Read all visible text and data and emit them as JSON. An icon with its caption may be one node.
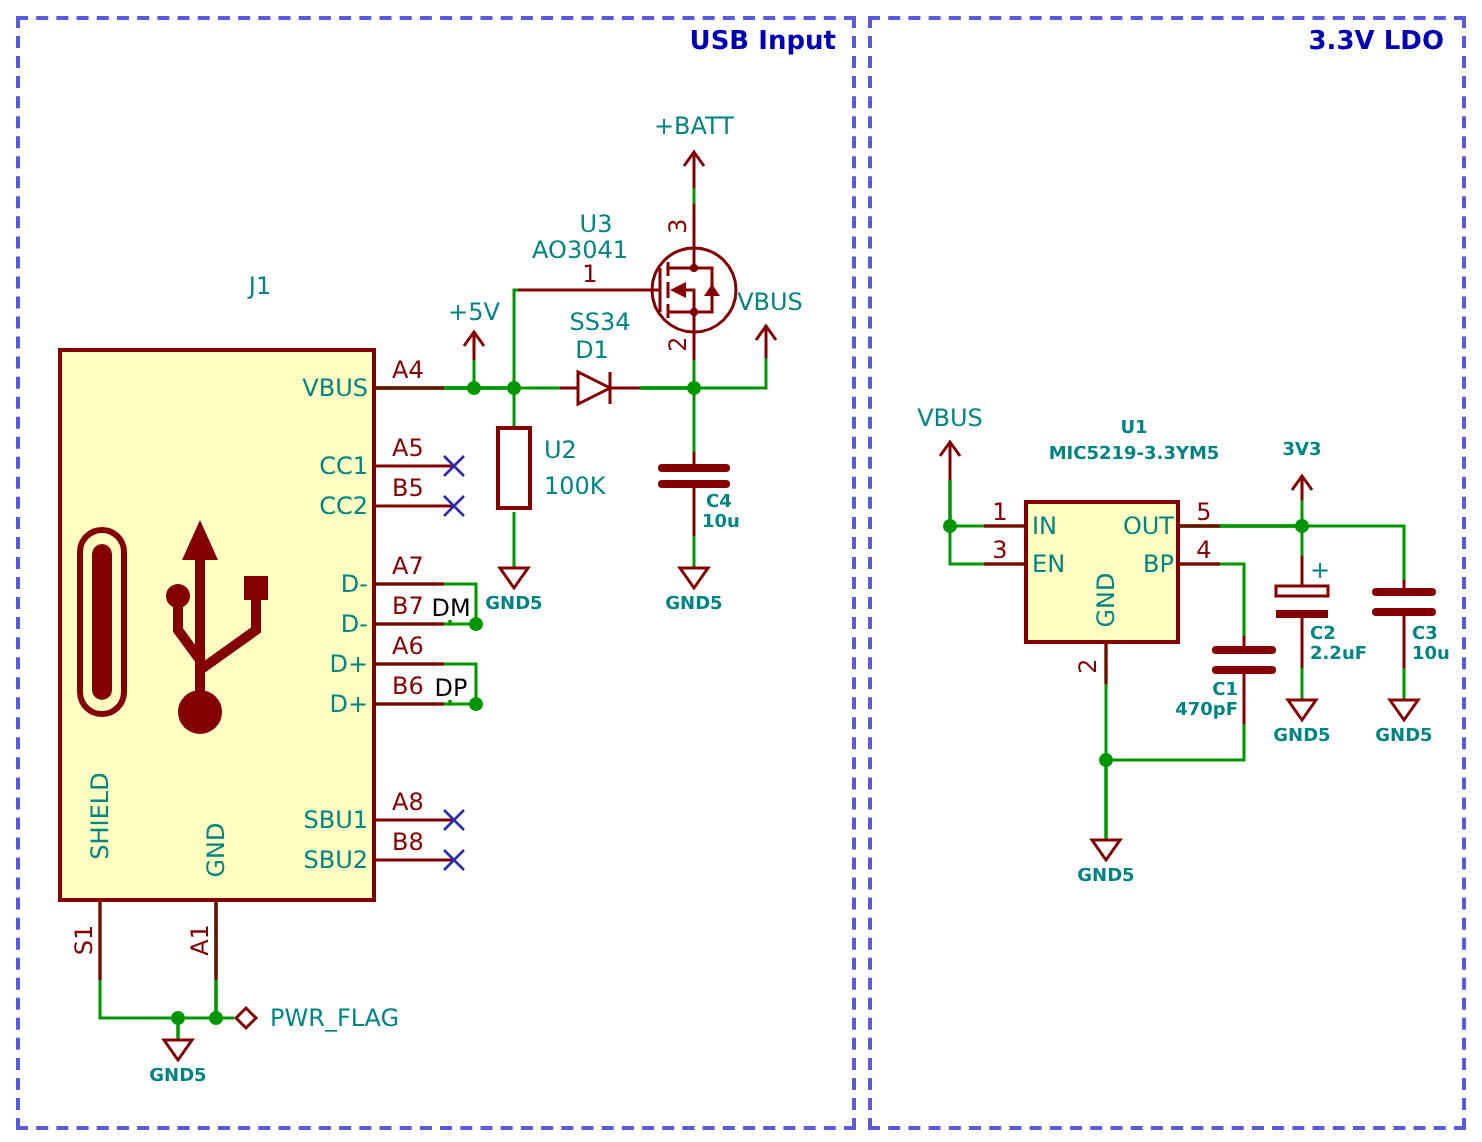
{
  "diagram": {
    "nodes": [
      {
        "text": [
          "USB Input"
        ]
      },
      {
        "text": [
          "3.3V LDO"
        ]
      },
      {
        "text": [
          "J1",
          "VBUS",
          "CC1",
          "CC2",
          "D-",
          "D-",
          "D+",
          "D+",
          "SBU1",
          "SBU2",
          "SHIELD",
          "GND"
        ],
        "in": 0,
        "beside": [
          "A4",
          "A5",
          "B5",
          "A7",
          "B7",
          "A6",
          "B6",
          "A8",
          "B8",
          "S1",
          "A1"
        ]
      },
      {
        "text": [
          "+5V"
        ],
        "in": 0
      },
      {
        "text": [
          "U3",
          "AO3041",
          "1",
          "3",
          "2"
        ],
        "in": 0
      },
      {
        "text": [
          "+BATT"
        ],
        "in": 0
      },
      {
        "text": [
          "SS34",
          "D1"
        ],
        "in": 0
      },
      {
        "text": [
          "VBUS"
        ],
        "in": 0
      },
      {
        "text": [
          "U2",
          "100K"
        ],
        "in": 0
      },
      {
        "text": [
          "C4",
          "10u"
        ],
        "in": 0
      },
      {
        "text": [
          "GND5"
        ],
        "in": 0
      },
      {
        "text": [
          "GND5"
        ],
        "in": 0
      },
      {
        "text": [
          "DM"
        ],
        "in": 0
      },
      {
        "text": [
          "DP"
        ],
        "in": 0
      },
      {
        "text": [
          "PWR_FLAG"
        ],
        "in": 0
      },
      {
        "text": [
          "GND5"
        ],
        "in": 0
      },
      {
        "text": [
          "VBUS"
        ],
        "in": 1
      },
      {
        "text": [
          "U1",
          "MIC5219-3.3YM5",
          "IN",
          "EN",
          "OUT",
          "BP",
          "GND",
          "5",
          "4"
        ],
        "in": 1,
        "beside": [
          "1",
          "3",
          "2"
        ]
      },
      {
        "text": [
          "3V3"
        ],
        "in": 1
      },
      {
        "text": [
          "C1",
          "470pF"
        ],
        "in": 1
      },
      {
        "text": [
          "+",
          "C2",
          "2.2uF"
        ],
        "in": 1
      },
      {
        "text": [
          "C3",
          "10u"
        ],
        "in": 1
      },
      {
        "text": [
          "GND5"
        ],
        "in": 1
      },
      {
        "text": [
          "GND5"
        ],
        "in": 1
      },
      {
        "text": [
          "GND5"
        ],
        "in": 1
      }
    ],
    "edges": [
      {
        "from": 2,
        "to": 3,
        "arrow": "none"
      },
      {
        "from": 2,
        "to": 6,
        "arrow": "none"
      },
      {
        "from": 2,
        "to": 8,
        "arrow": "none"
      },
      {
        "from": 2,
        "to": 4,
        "arrow": "none"
      },
      {
        "from": 6,
        "to": 4,
        "arrow": "none"
      },
      {
        "from": 6,
        "to": 9,
        "arrow": "none"
      },
      {
        "from": 6,
        "to": 7,
        "arrow": "none"
      },
      {
        "from": 4,
        "to": 5,
        "arrow": "none"
      },
      {
        "from": 8,
        "to": 10,
        "arrow": "none"
      },
      {
        "from": 9,
        "to": 11,
        "arrow": "none"
      },
      {
        "from": 2,
        "to": 12,
        "arrow": "none"
      },
      {
        "from": 2,
        "to": 12,
        "arrow": "none"
      },
      {
        "from": 2,
        "to": 13,
        "arrow": "none"
      },
      {
        "from": 2,
        "to": 13,
        "arrow": "none"
      },
      {
        "from": 2,
        "to": 15,
        "arrow": "none"
      },
      {
        "from": 2,
        "to": 15,
        "arrow": "none"
      },
      {
        "from": 2,
        "to": 14,
        "arrow": "none"
      },
      {
        "from": 16,
        "to": 17,
        "arrow": "none"
      },
      {
        "from": 16,
        "to": 17,
        "arrow": "none"
      },
      {
        "from": 17,
        "to": 18,
        "arrow": "none"
      },
      {
        "from": 17,
        "to": 20,
        "arrow": "none"
      },
      {
        "from": 17,
        "to": 21,
        "arrow": "none"
      },
      {
        "from": 17,
        "to": 19,
        "arrow": "none"
      },
      {
        "from": 19,
        "to": 24,
        "arrow": "none"
      },
      {
        "from": 17,
        "to": 24,
        "arrow": "none"
      },
      {
        "from": 20,
        "to": 22,
        "arrow": "none"
      },
      {
        "from": 21,
        "to": 23,
        "arrow": "none"
      }
    ]
  }
}
